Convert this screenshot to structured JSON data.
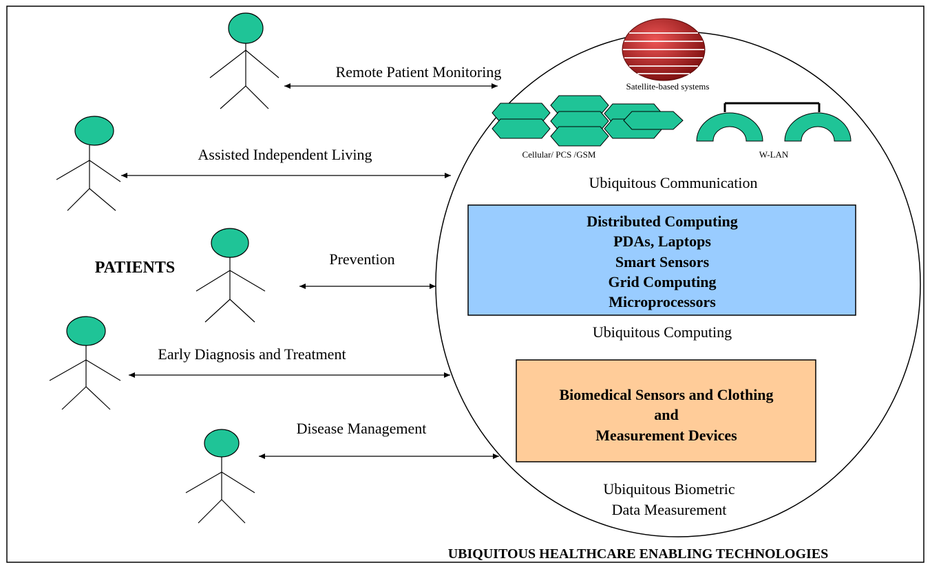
{
  "patients_label": "PATIENTS",
  "services": [
    "Remote Patient Monitoring",
    "Assisted Independent Living",
    "Prevention",
    "Early Diagnosis and Treatment",
    "Disease Management"
  ],
  "communication": {
    "satellite_label": "Satellite-based systems",
    "cellular_label": "Cellular/  PCS  /GSM",
    "wlan_label": "W-LAN",
    "title": "Ubiquitous Communication"
  },
  "computing": {
    "items": [
      "Distributed Computing",
      "PDAs, Laptops",
      "Smart Sensors",
      "Grid Computing",
      "Microprocessors"
    ],
    "title": "Ubiquitous Computing"
  },
  "biometric": {
    "items": [
      "Biomedical Sensors and Clothing",
      "and",
      "Measurement Devices"
    ],
    "title_line1": "Ubiquitous Biometric",
    "title_line2": "Data Measurement"
  },
  "footer_title": "UBIQUITOUS HEALTHCARE ENABLING TECHNOLOGIES",
  "colors": {
    "head_fill": "#1fc497",
    "hex_fill": "#1fc497",
    "computing_box": "#99ccff",
    "biometric_box": "#ffcc99",
    "satellite": "#cc1f1f"
  }
}
